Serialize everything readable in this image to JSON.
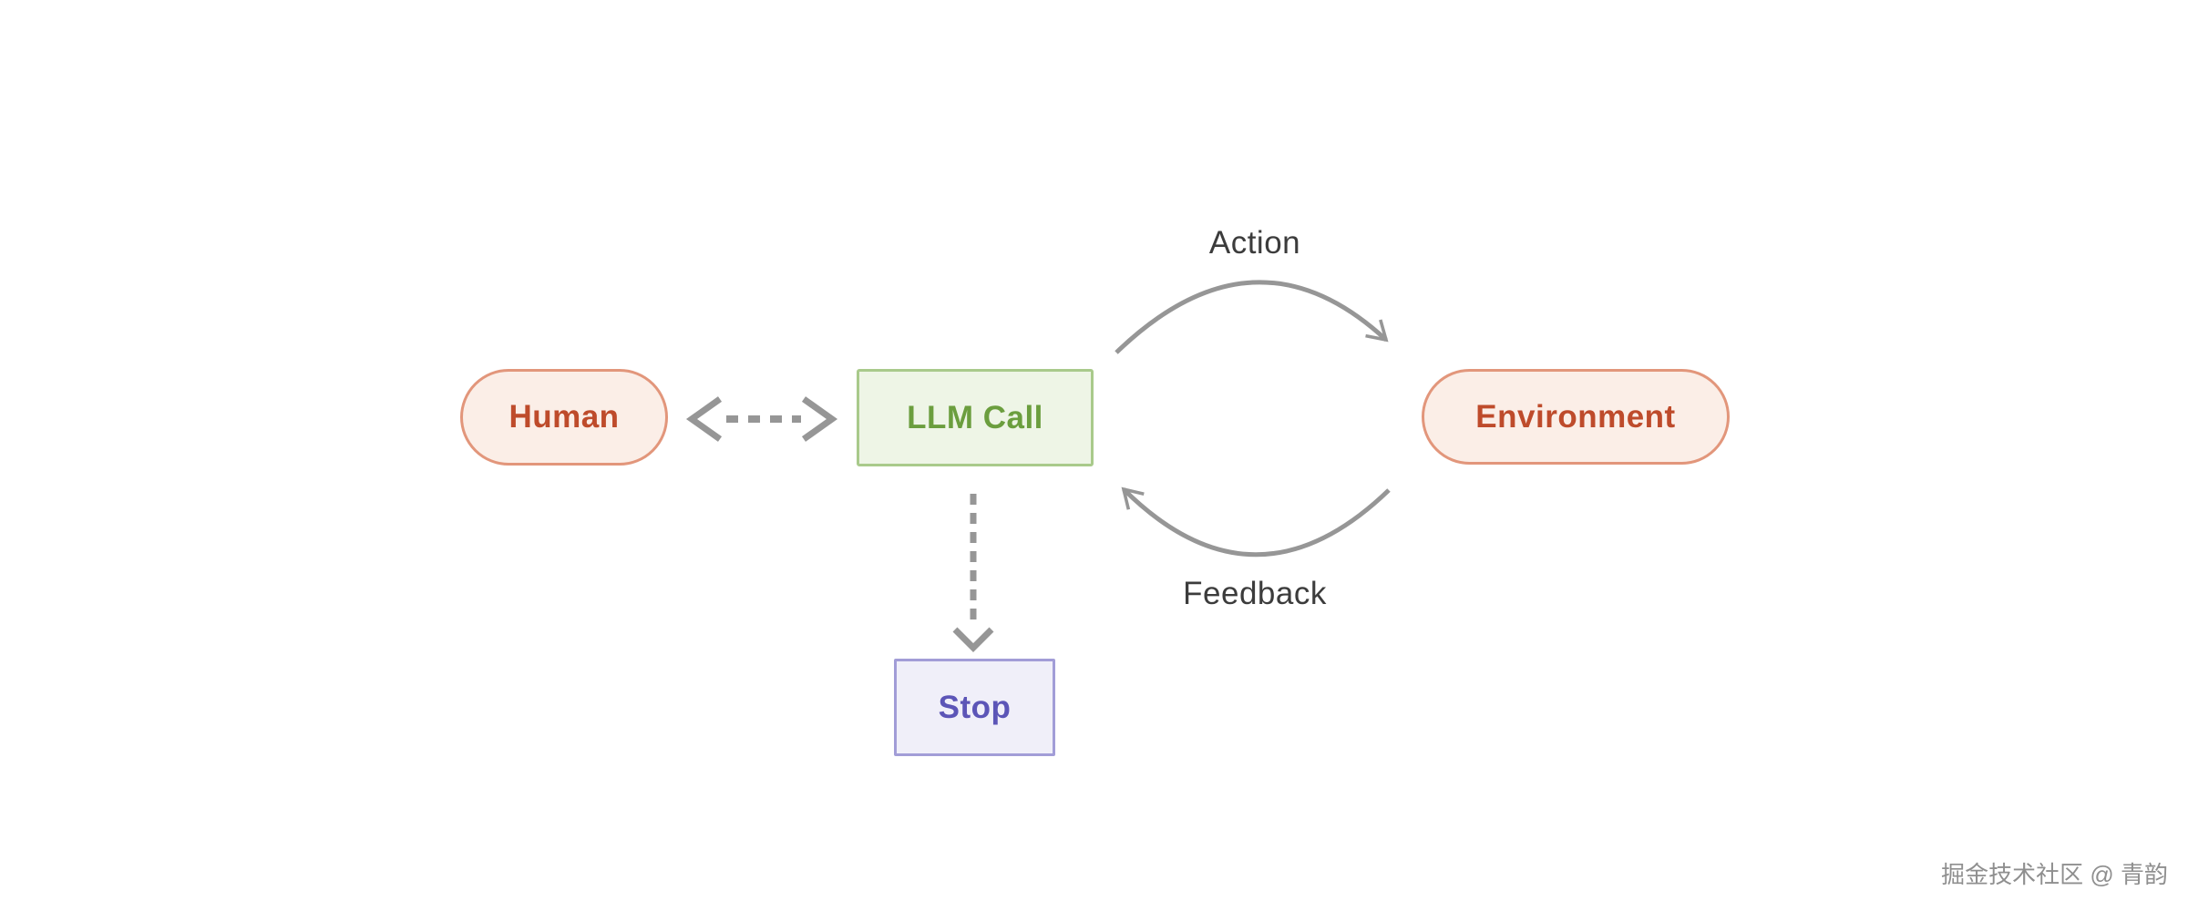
{
  "diagram": {
    "nodes": {
      "human": {
        "label": "Human"
      },
      "llm_call": {
        "label": "LLM Call"
      },
      "environment": {
        "label": "Environment"
      },
      "stop": {
        "label": "Stop"
      }
    },
    "edges": {
      "action": {
        "label": "Action"
      },
      "feedback": {
        "label": "Feedback"
      }
    }
  },
  "watermark": {
    "text": "掘金技术社区 @ 青韵"
  },
  "theme": {
    "canvas_bg": "#ffffff",
    "pill_fill": "#fbeee7",
    "pill_border": "#e2967b",
    "pill_text": "#be4b2b",
    "llm_fill": "#eef5e6",
    "llm_border": "#a9ca8b",
    "llm_text": "#6b9e3e",
    "stop_fill": "#f0eff9",
    "stop_border": "#a29dd7",
    "stop_text": "#5c55b7",
    "arrow_gray": "#969696",
    "label_text": "#3c3c3c",
    "watermark_gray": "#8f8f8f"
  }
}
